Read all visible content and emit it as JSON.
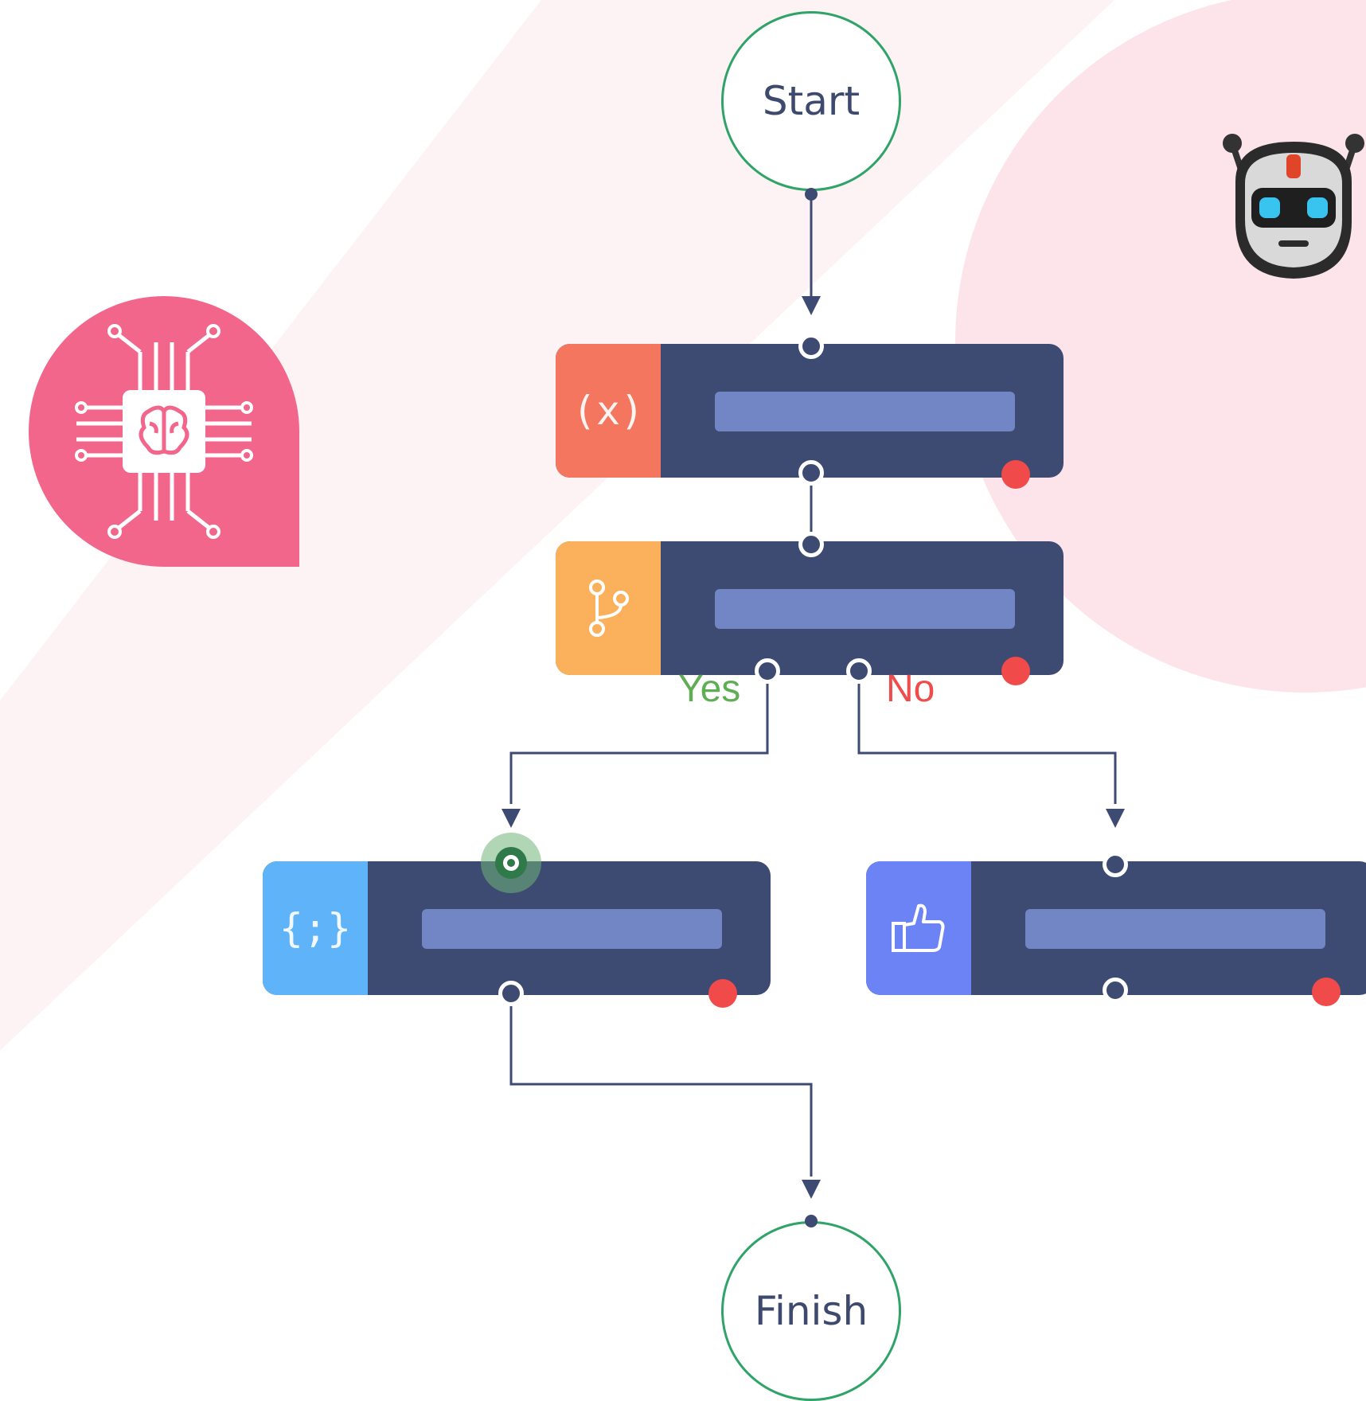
{
  "colors": {
    "wire": "#3d4a72",
    "node_body": "#3d4a72",
    "node_bar": "#7285c4",
    "terminal_ring": "#2fa368",
    "status_error": "#f04a4a",
    "yes": "#5fae55",
    "no": "#ef4c4c",
    "background_blob": "#fce4ea",
    "background_band": "#fdf3f5",
    "badge": "#f2668b"
  },
  "terminals": {
    "start": {
      "label": "Start"
    },
    "finish": {
      "label": "Finish"
    }
  },
  "nodes": [
    {
      "id": "variable",
      "icon": "variable-icon",
      "icon_text": "(x)",
      "accent": "#f4765e"
    },
    {
      "id": "condition",
      "icon": "branch-icon",
      "icon_text": "",
      "accent": "#fbb15c"
    },
    {
      "id": "code",
      "icon": "code-braces-icon",
      "icon_text": "{;}",
      "accent": "#5fb3f8"
    },
    {
      "id": "approve",
      "icon": "thumbs-up-icon",
      "icon_text": "",
      "accent": "#6c83f5"
    }
  ],
  "branches": {
    "yes_label": "Yes",
    "no_label": "No"
  },
  "decorations": {
    "badge_icon": "ai-chip-brain-icon",
    "robot_icon": "robot-head-icon"
  }
}
